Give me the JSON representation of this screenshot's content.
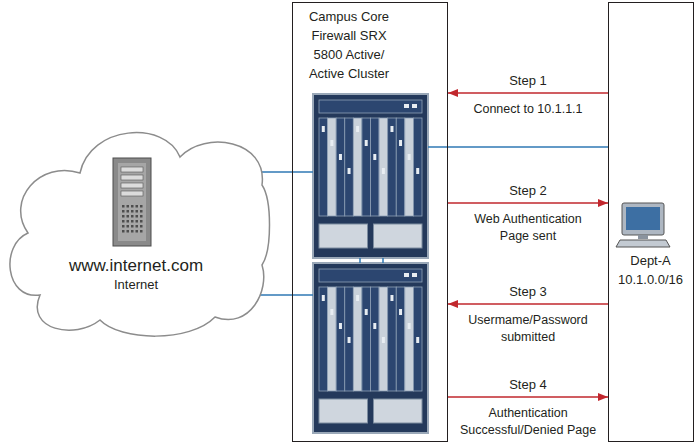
{
  "diagram": {
    "nodes": [
      {
        "text": [
          "www.internet.com",
          "Internet"
        ]
      },
      {
        "text": [
          "Campus Core Firewall SRX 5800 Active/ Active Cluster"
        ]
      },
      {
        "text": [
          "Dept-A 10.1.0.0/16"
        ]
      }
    ],
    "edges": [
      {
        "from": 2,
        "to": 1,
        "arrow": "to",
        "label": "Step 1"
      },
      {
        "from": 1,
        "to": 2,
        "arrow": "to",
        "label": "Step 2"
      },
      {
        "from": 2,
        "to": 1,
        "arrow": "to",
        "label": "Step 3"
      },
      {
        "from": 1,
        "to": 2,
        "arrow": "to",
        "label": "Step 4"
      },
      {
        "from": 0,
        "to": 1,
        "arrow": "none"
      },
      {
        "from": 0,
        "to": 1,
        "arrow": "none"
      },
      {
        "from": 1,
        "to": 2,
        "arrow": "none"
      }
    ],
    "labels": [
      "Connect to 10.1.1.1",
      "Web Authentication Page sent",
      "Usermame/Password submitted",
      "Authentication Successful/Denied Page"
    ]
  }
}
